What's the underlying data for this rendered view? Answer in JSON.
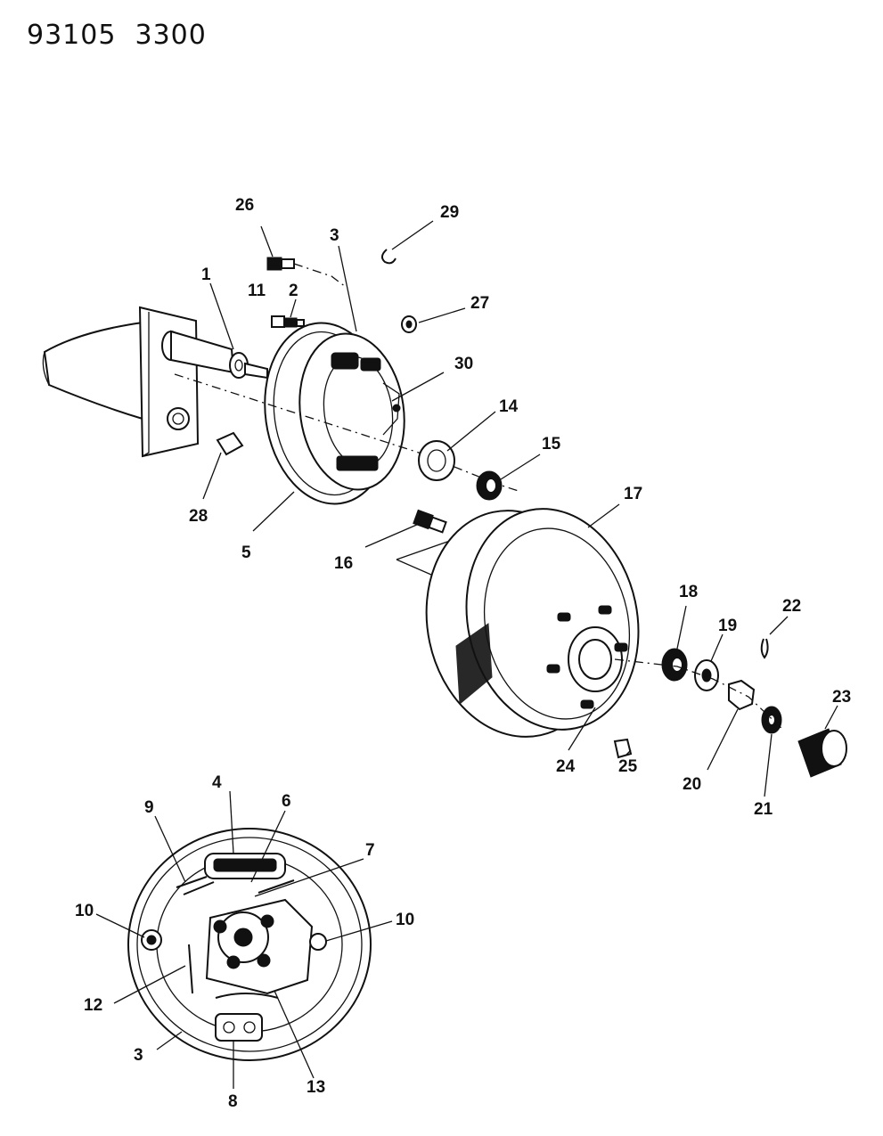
{
  "header": {
    "ref_number": "93105  3300"
  },
  "callouts": [
    "1",
    "2",
    "3",
    "4",
    "5",
    "6",
    "7",
    "8",
    "9",
    "10",
    "11",
    "12",
    "13",
    "14",
    "15",
    "16",
    "17",
    "18",
    "19",
    "20",
    "21",
    "22",
    "23",
    "24",
    "25",
    "26",
    "27",
    "28",
    "29",
    "30"
  ],
  "icons": {
    "axle_housing": "axle-housing-icon",
    "backing_plate": "brake-backing-plate-icon",
    "drum": "brake-drum-icon",
    "shoe_assembly": "brake-shoe-assembly-icon"
  }
}
